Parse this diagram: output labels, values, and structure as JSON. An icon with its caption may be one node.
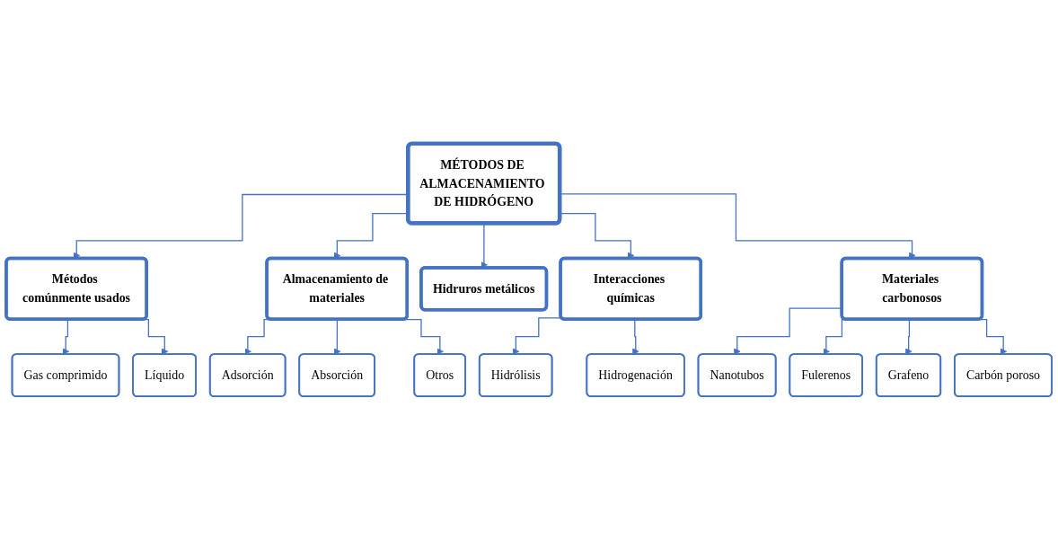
{
  "diagram": {
    "nodes": [
      {
        "text": [
          "MÉTODOS DE ALMACENAMIENTO DE HIDRÓGENO"
        ]
      },
      {
        "text": [
          "Métodos comúnmente usados"
        ]
      },
      {
        "text": [
          "Gas comprimido"
        ]
      },
      {
        "text": [
          "Líquido"
        ]
      },
      {
        "text": [
          "Almacenamiento de materiales"
        ]
      },
      {
        "text": [
          "Adsorción"
        ]
      },
      {
        "text": [
          "Absorción"
        ]
      },
      {
        "text": [
          "Otros"
        ]
      },
      {
        "text": [
          "Hidruros metálicos"
        ]
      },
      {
        "text": [
          "Interacciones químicas"
        ]
      },
      {
        "text": [
          "Hidrólisis"
        ]
      },
      {
        "text": [
          "Hidrogenación"
        ]
      },
      {
        "text": [
          "Materiales carbonosos"
        ]
      },
      {
        "text": [
          "Nanotubos"
        ]
      },
      {
        "text": [
          "Fulerenos"
        ]
      },
      {
        "text": [
          "Grafeno"
        ]
      },
      {
        "text": [
          "Carbón poroso"
        ]
      }
    ],
    "edges": [
      {
        "from": 0,
        "to": 1,
        "arrow": "to"
      },
      {
        "from": 0,
        "to": 4,
        "arrow": "to"
      },
      {
        "from": 0,
        "to": 8,
        "arrow": "to"
      },
      {
        "from": 0,
        "to": 9,
        "arrow": "to"
      },
      {
        "from": 0,
        "to": 12,
        "arrow": "to"
      },
      {
        "from": 1,
        "to": 2,
        "arrow": "to"
      },
      {
        "from": 1,
        "to": 3,
        "arrow": "to"
      },
      {
        "from": 4,
        "to": 5,
        "arrow": "to"
      },
      {
        "from": 4,
        "to": 6,
        "arrow": "to"
      },
      {
        "from": 4,
        "to": 7,
        "arrow": "to"
      },
      {
        "from": 9,
        "to": 10,
        "arrow": "to"
      },
      {
        "from": 9,
        "to": 11,
        "arrow": "to"
      },
      {
        "from": 12,
        "to": 13,
        "arrow": "to"
      },
      {
        "from": 12,
        "to": 14,
        "arrow": "to"
      },
      {
        "from": 12,
        "to": 15,
        "arrow": "to"
      },
      {
        "from": 12,
        "to": 16,
        "arrow": "to"
      }
    ]
  }
}
